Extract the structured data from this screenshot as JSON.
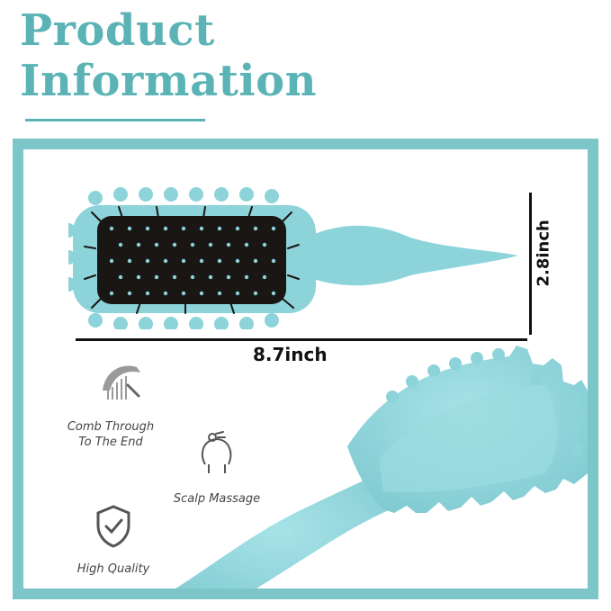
{
  "header": {
    "title_line1": "Product",
    "title_line2": "Information"
  },
  "dimensions": {
    "length": "8.7inch",
    "width": "2.8inch"
  },
  "features": {
    "comb_line1": "Comb Through",
    "comb_line2": "To The End",
    "scalp": "Scalp Massage",
    "quality": "High Quality"
  },
  "colors": {
    "accent": "#5bb3b5",
    "frame": "#7cc5c8",
    "brush": "#8dd3da",
    "bristle_pad": "#1a1614"
  },
  "icons": [
    "comb-icon",
    "scalp-massage-icon",
    "shield-check-icon"
  ]
}
